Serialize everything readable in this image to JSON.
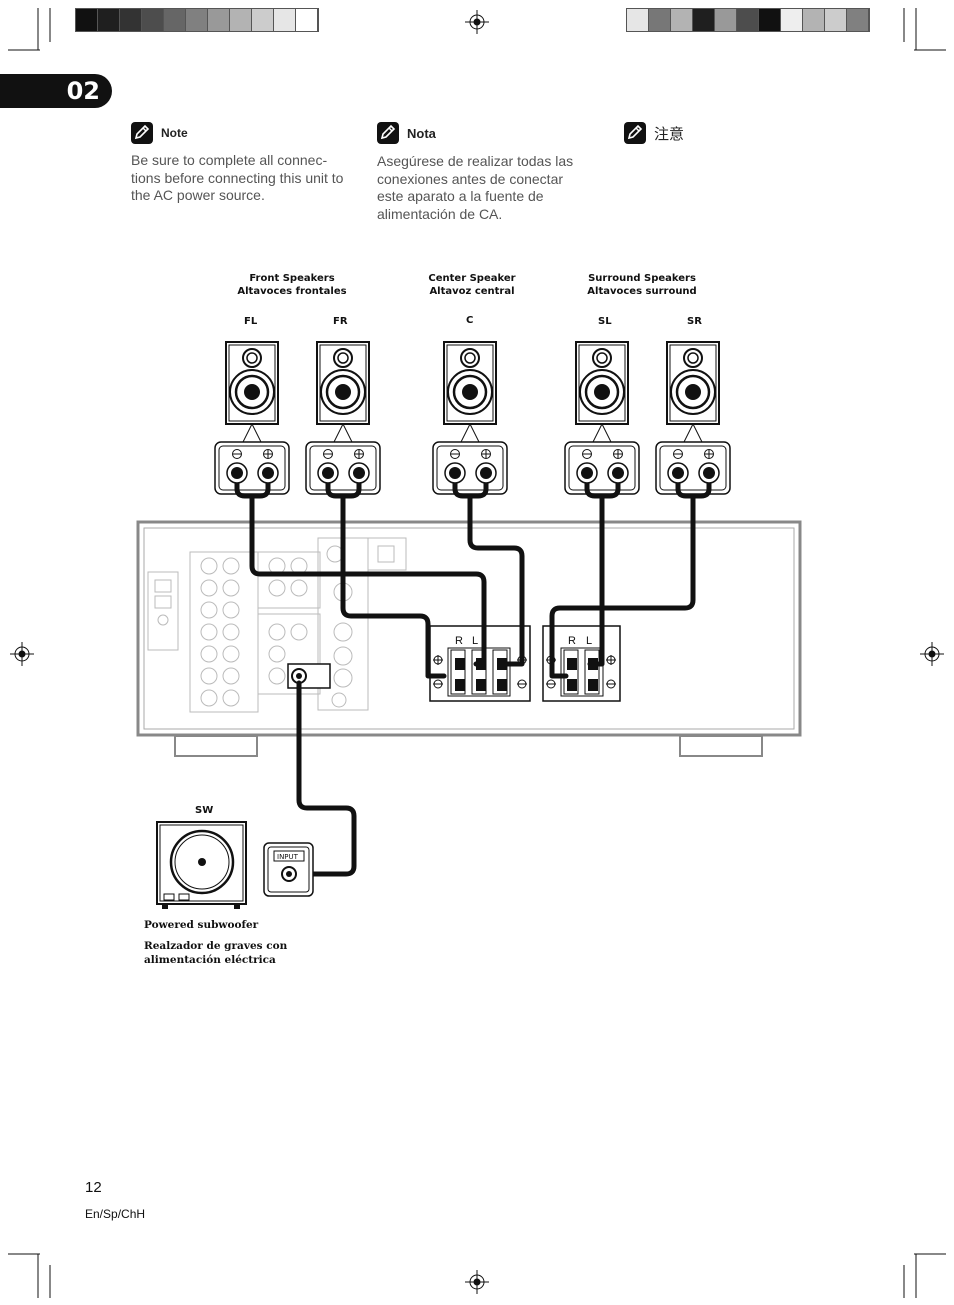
{
  "header": {
    "swatches_left": [
      "#111111",
      "#1f1f1f",
      "#333333",
      "#4d4d4d",
      "#666666",
      "#808080",
      "#999999",
      "#b3b3b3",
      "#cccccc",
      "#e6e6e6",
      "#ffffff"
    ],
    "swatches_right": [
      "#e6e6e6",
      "#777777",
      "#b3b3b3",
      "#1f1f1f",
      "#999999",
      "#4d4d4d",
      "#111111",
      "#eeeeee",
      "#b3b3b3",
      "#cccccc",
      "#808080"
    ],
    "chapter": "02"
  },
  "notes": [
    {
      "title": "Note",
      "text": "Be sure to complete all connec-tions before connecting this unit to the AC power source."
    },
    {
      "title": "Nota",
      "text": "Asegúrese de realizar todas las conexiones antes de conectar este aparato a la fuente de alimentación de CA."
    },
    {
      "title": "注意",
      "text": ""
    }
  ],
  "diagram": {
    "groups": {
      "front": {
        "en": "Front Speakers",
        "es": "Altavoces frontales"
      },
      "center": {
        "en": "Center Speaker",
        "es": "Altavoz central"
      },
      "surround": {
        "en": "Surround Speakers",
        "es": "Altavoces surround"
      }
    },
    "channels": {
      "fl": "FL",
      "fr": "FR",
      "c": "C",
      "sl": "SL",
      "sr": "SR",
      "sw": "SW"
    },
    "terminal_labels": {
      "r": "R",
      "l": "L"
    },
    "input_label": "INPUT",
    "subwoofer_caption_en": "Powered subwoofer",
    "subwoofer_caption_es": "Realzador de graves con alimentación eléctrica"
  },
  "footer": {
    "page": "12",
    "lang": "En/Sp/ChH"
  }
}
